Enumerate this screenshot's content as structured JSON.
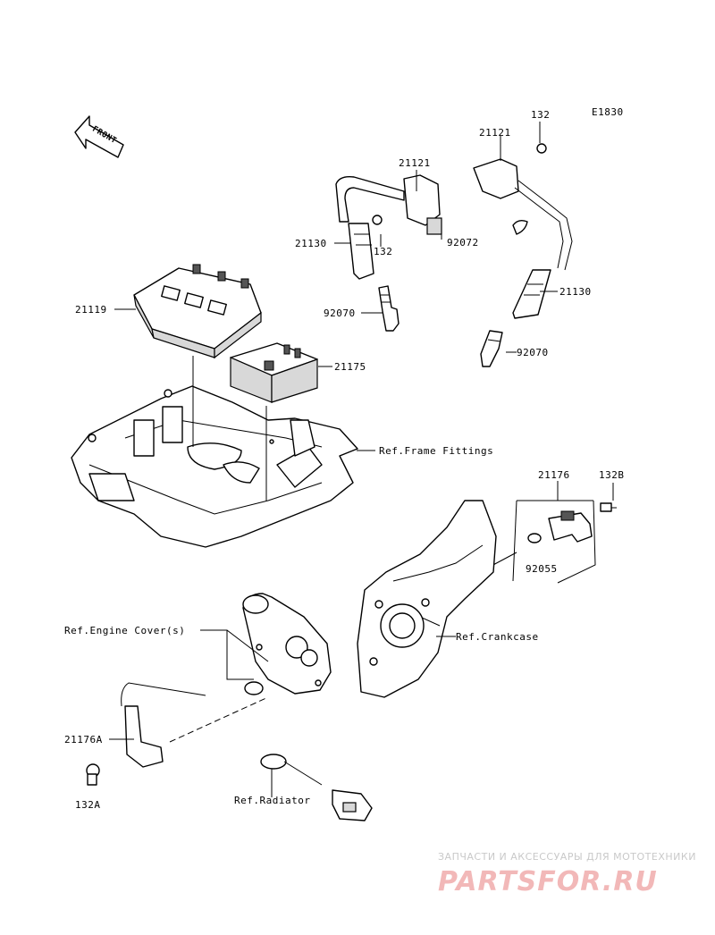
{
  "diagram_code": "E1830",
  "front_label": "FRONT",
  "callouts": {
    "c21119": "21119",
    "c21175": "21175",
    "c21121a": "21121",
    "c21121b": "21121",
    "c132a": "132",
    "c132b": "132",
    "c21130a": "21130",
    "c21130b": "21130",
    "c92072": "92072",
    "c92070a": "92070",
    "c92070b": "92070",
    "c21176": "21176",
    "c132B": "132B",
    "c92055": "92055",
    "c21176A": "21176A",
    "c132A": "132A"
  },
  "refs": {
    "frame": "Ref.Frame Fittings",
    "engine_cover": "Ref.Engine Cover(s)",
    "crankcase": "Ref.Crankcase",
    "radiator": "Ref.Radiator"
  },
  "watermark": {
    "tagline": "ЗАПЧАСТИ И АКСЕССУАРЫ ДЛЯ МОТОТЕХНИКИ",
    "logo": "PARTSFOR.RU"
  }
}
